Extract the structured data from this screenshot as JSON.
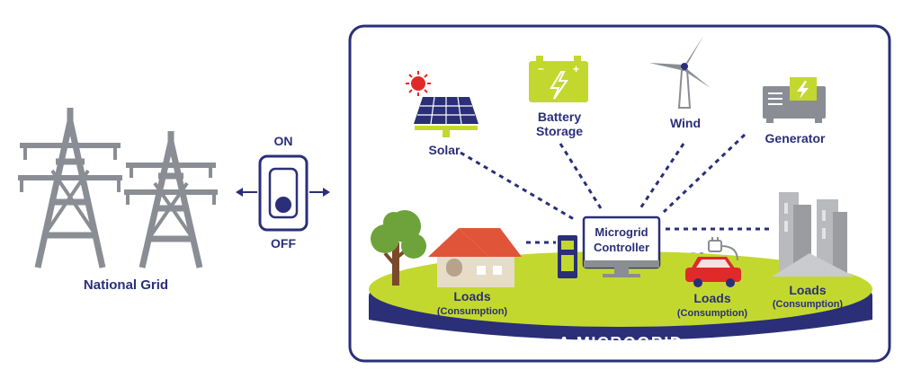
{
  "national_grid": {
    "label": "National Grid"
  },
  "switch": {
    "on_label": "ON",
    "off_label": "OFF"
  },
  "sources": {
    "solar": "Solar",
    "battery_line1": "Battery",
    "battery_line2": "Storage",
    "wind": "Wind",
    "generator": "Generator"
  },
  "controller": {
    "line1": "Microgrid",
    "line2": "Controller"
  },
  "loads": {
    "house_title": "Loads",
    "house_sub": "(Consumption)",
    "car_title": "Loads",
    "car_sub": "(Consumption)",
    "building_title": "Loads",
    "building_sub": "(Consumption)"
  },
  "footer": {
    "title": "A MICROGRID"
  },
  "colors": {
    "navy": "#2a2f78",
    "lime": "#c3d82f",
    "grey": "#8a8d93",
    "red": "#e02a2a",
    "house_roof": "#e0553a"
  }
}
